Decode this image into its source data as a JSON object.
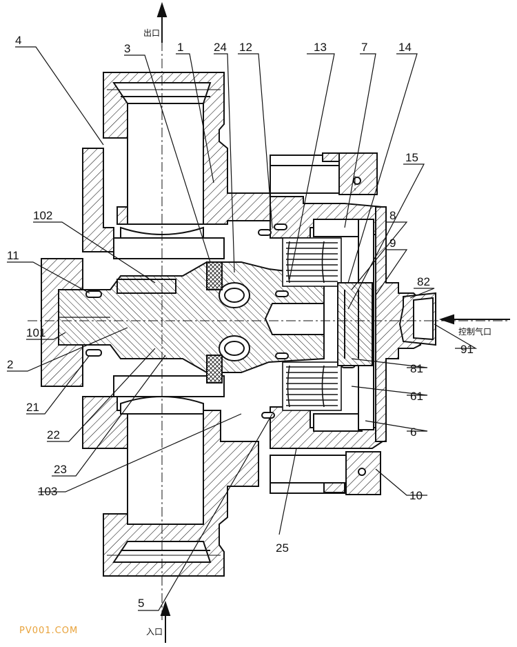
{
  "arrows": {
    "outlet": "出口",
    "inlet": "入口",
    "control_air": "控制气口"
  },
  "watermark": "PV001.COM",
  "colors": {
    "line": "#111111",
    "watermark": "#e8a23a"
  },
  "labels": {
    "l4": "4",
    "l3": "3",
    "l1": "1",
    "l24": "24",
    "l12": "12",
    "l13": "13",
    "l7": "7",
    "l14": "14",
    "l15": "15",
    "l102": "102",
    "l8": "8",
    "l9": "9",
    "l11": "11",
    "l82": "82",
    "l101": "101",
    "l91": "91",
    "l2": "2",
    "l81": "81",
    "l61": "61",
    "l21": "21",
    "l6": "6",
    "l22": "22",
    "l23": "23",
    "l103": "103",
    "l10": "10",
    "l25": "25",
    "l5": "5"
  }
}
